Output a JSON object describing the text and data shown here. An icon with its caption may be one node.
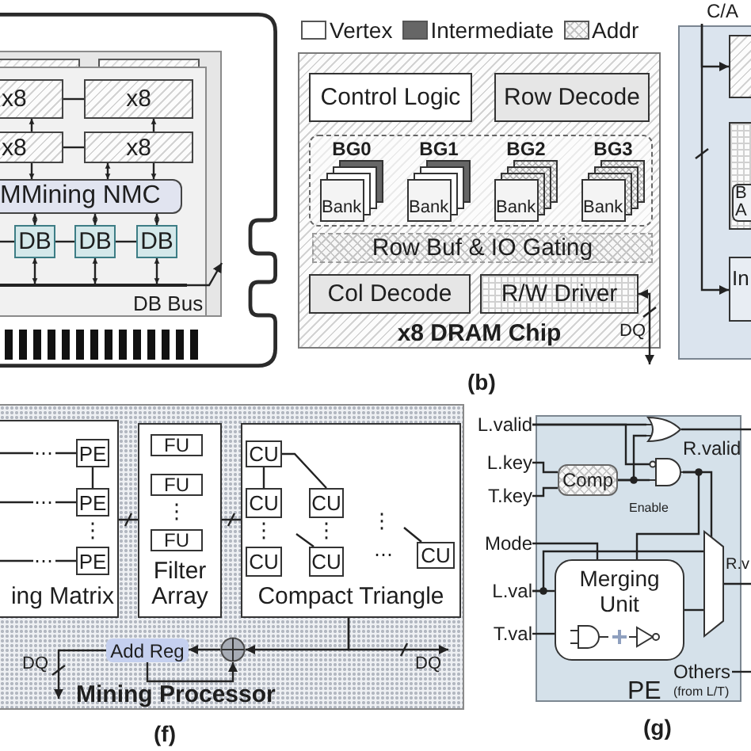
{
  "diagram": {
    "nodes": [
      {
        "text": [],
        "shape": "box"
      },
      {
        "text": [],
        "shape": "box",
        "in": 0
      },
      {
        "text": [
          "x8"
        ],
        "in": 1
      },
      {
        "text": [
          "x8"
        ],
        "in": 1
      },
      {
        "text": [
          "x8"
        ],
        "in": 1
      },
      {
        "text": [
          "x8"
        ],
        "in": 1
      },
      {
        "text": [
          "MMining NMC"
        ],
        "in": 1
      },
      {
        "text": [
          "DB"
        ],
        "in": 1
      },
      {
        "text": [
          "DB"
        ],
        "in": 1
      },
      {
        "text": [
          "DB"
        ],
        "in": 1
      },
      {
        "text": [
          "x8 DRAM Chip"
        ]
      },
      {
        "text": [
          "Control Logic"
        ],
        "in": 10
      },
      {
        "text": [
          "Row Decode"
        ],
        "in": 10
      },
      {
        "text": [],
        "shape": "box",
        "in": 10
      },
      {
        "text": [
          "BG0",
          "Bank"
        ],
        "in": 13
      },
      {
        "text": [
          "BG1",
          "Bank"
        ],
        "in": 13
      },
      {
        "text": [
          "BG2",
          "Bank"
        ],
        "in": 13
      },
      {
        "text": [
          "BG3",
          "Bank"
        ],
        "in": 13
      },
      {
        "text": [
          "Row Buf & IO Gating"
        ],
        "in": 10
      },
      {
        "text": [
          "Col Decode"
        ],
        "in": 10
      },
      {
        "text": [
          "R/W Driver"
        ],
        "in": 10
      },
      {
        "text": [],
        "shape": "box"
      },
      {
        "text": [],
        "shape": "box",
        "in": 21
      },
      {
        "text": [],
        "shape": "box",
        "in": 21
      },
      {
        "text": [
          "B A"
        ],
        "in": 23
      },
      {
        "text": [
          "In"
        ],
        "in": 21
      },
      {
        "text": [
          "Mining Processor"
        ]
      },
      {
        "text": [
          "ing Matrix"
        ],
        "in": 26
      },
      {
        "text": [
          "PE"
        ],
        "in": 27
      },
      {
        "text": [
          "PE"
        ],
        "in": 27
      },
      {
        "text": [
          "PE"
        ],
        "in": 27
      },
      {
        "text": [
          "Filter Array"
        ],
        "in": 26
      },
      {
        "text": [
          "FU"
        ],
        "in": 31
      },
      {
        "text": [
          "FU"
        ],
        "in": 31
      },
      {
        "text": [
          "FU"
        ],
        "in": 31
      },
      {
        "text": [
          "Compact Triangle"
        ],
        "in": 26
      },
      {
        "text": [
          "CU"
        ],
        "in": 35
      },
      {
        "text": [
          "CU"
        ],
        "in": 35
      },
      {
        "text": [
          "CU"
        ],
        "in": 35
      },
      {
        "text": [
          "CU"
        ],
        "in": 35
      },
      {
        "text": [
          "CU"
        ],
        "in": 35
      },
      {
        "text": [
          "CU"
        ],
        "in": 35
      },
      {
        "text": [
          "Add Reg"
        ],
        "in": 26
      },
      {
        "text": [],
        "shape": "circle",
        "in": 26
      },
      {
        "text": [
          "PE"
        ]
      },
      {
        "text": [
          "L.valid"
        ]
      },
      {
        "text": [
          "L.key"
        ]
      },
      {
        "text": [
          "T.key"
        ]
      },
      {
        "text": [
          "Mode"
        ]
      },
      {
        "text": [
          "L.val"
        ]
      },
      {
        "text": [
          "T.val"
        ]
      },
      {
        "text": [
          "Comp"
        ],
        "in": 44
      },
      {
        "text": [],
        "shape": "gate",
        "in": 44
      },
      {
        "text": [],
        "shape": "gate",
        "in": 44
      },
      {
        "text": [
          "Merging Unit"
        ],
        "in": 44
      },
      {
        "text": [],
        "shape": "trapezoid",
        "in": 44
      },
      {
        "text": [
          "Others",
          "(from L/T)"
        ],
        "in": 44
      },
      {
        "text": [],
        "shape": "bar",
        "in": 1,
        "beside": [
          "DB Bus"
        ]
      },
      {
        "text": [
          "C/A"
        ]
      }
    ],
    "edges": [
      {
        "from": 2,
        "to": 3,
        "arrow": "none"
      },
      {
        "from": 4,
        "to": 5,
        "arrow": "none"
      },
      {
        "from": 4,
        "to": 2,
        "arrow": "to"
      },
      {
        "from": 5,
        "to": 3,
        "arrow": "to"
      },
      {
        "from": 4,
        "to": 6,
        "arrow": "to"
      },
      {
        "from": 5,
        "to": 6,
        "arrow": "both"
      },
      {
        "from": 5,
        "to": 6,
        "arrow": "to"
      },
      {
        "from": 6,
        "to": 7,
        "arrow": "both"
      },
      {
        "from": 6,
        "to": 8,
        "arrow": "both"
      },
      {
        "from": 6,
        "to": 9,
        "arrow": "both"
      },
      {
        "from": null,
        "to": 7,
        "arrow": "none"
      },
      {
        "from": 7,
        "to": 8,
        "arrow": "none"
      },
      {
        "from": 8,
        "to": 9,
        "arrow": "none"
      },
      {
        "from": 7,
        "to": 57,
        "arrow": "both"
      },
      {
        "from": 8,
        "to": 57,
        "arrow": "both"
      },
      {
        "from": 9,
        "to": 57,
        "arrow": "both"
      },
      {
        "from": 20,
        "to": null,
        "arrow": "both",
        "label": "DQ"
      },
      {
        "from": 58,
        "to": 22,
        "arrow": "to"
      },
      {
        "from": 58,
        "to": 25,
        "arrow": "to"
      },
      {
        "from": null,
        "to": 28,
        "arrow": "none",
        "label": "⋯"
      },
      {
        "from": null,
        "to": 29,
        "arrow": "none",
        "label": "⋯"
      },
      {
        "from": null,
        "to": 30,
        "arrow": "none",
        "label": "⋯"
      },
      {
        "from": 28,
        "to": 29,
        "arrow": "none"
      },
      {
        "from": 27,
        "to": 31,
        "arrow": "none"
      },
      {
        "from": 31,
        "to": 35,
        "arrow": "none"
      },
      {
        "from": 36,
        "to": 37,
        "arrow": "none"
      },
      {
        "from": 36,
        "to": 38,
        "arrow": "none"
      },
      {
        "from": null,
        "to": 40,
        "arrow": "none"
      },
      {
        "from": null,
        "to": 41,
        "arrow": "none"
      },
      {
        "from": 35,
        "to": 43,
        "arrow": "to"
      },
      {
        "from": 35,
        "to": null,
        "arrow": "to",
        "label": "DQ"
      },
      {
        "from": 43,
        "to": 42,
        "arrow": "to"
      },
      {
        "from": 42,
        "to": 43,
        "arrow": "to"
      },
      {
        "from": 42,
        "to": null,
        "arrow": "to",
        "label": "DQ"
      },
      {
        "from": 45,
        "to": 52,
        "arrow": "none"
      },
      {
        "from": 45,
        "to": 53,
        "arrow": "none"
      },
      {
        "from": 46,
        "to": 51,
        "arrow": "none"
      },
      {
        "from": 47,
        "to": 51,
        "arrow": "none"
      },
      {
        "from": 51,
        "to": 53,
        "arrow": "none"
      },
      {
        "from": 51,
        "to": 52,
        "arrow": "none"
      },
      {
        "from": 52,
        "to": null,
        "arrow": "none",
        "label": "R.valid"
      },
      {
        "from": 53,
        "to": 55,
        "arrow": "none"
      },
      {
        "from": 53,
        "to": 54,
        "arrow": "none"
      },
      {
        "from": 48,
        "to": 54,
        "arrow": "none"
      },
      {
        "from": 49,
        "to": 54,
        "arrow": "none"
      },
      {
        "from": 49,
        "to": 55,
        "arrow": "none"
      },
      {
        "from": 50,
        "to": 54,
        "arrow": "none"
      },
      {
        "from": 54,
        "to": 55,
        "arrow": "none"
      },
      {
        "from": 55,
        "to": null,
        "arrow": "none",
        "label": "R.v"
      },
      {
        "from": 56,
        "to": null,
        "arrow": "none"
      },
      {
        "from": 57,
        "to": null,
        "arrow": "to"
      }
    ],
    "labels": [
      "(b)",
      "⋮",
      "⋮",
      "⋮",
      "⋮",
      "⋮",
      "⋯",
      "Enable",
      "(f)",
      "(g)"
    ],
    "legend": [
      {
        "text": "Vertex",
        "color": "#ffffff"
      },
      {
        "text": "Intermediate",
        "color": "#666666"
      },
      {
        "text": "Addr"
      }
    ]
  }
}
